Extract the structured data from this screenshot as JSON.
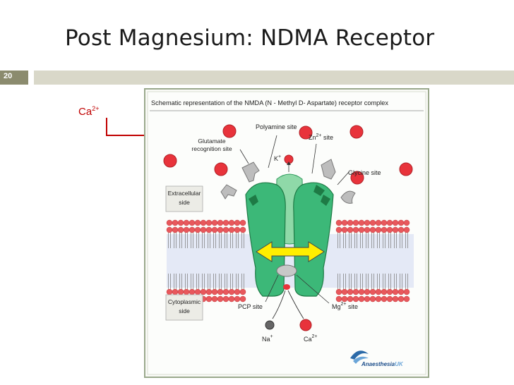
{
  "slide": {
    "title": "Post Magnesium: NDMA Receptor",
    "number": "20",
    "ion_callout": {
      "base": "Ca",
      "charge": "2+"
    }
  },
  "figure": {
    "caption": "Schematic representation of the NMDA (N - Methyl D- Aspartate) receptor complex",
    "labels": {
      "polyamine": "Polyamine site",
      "zinc_base": "Zn",
      "zinc_charge": "2+",
      "zinc_suffix": " site",
      "glutamate_1": "Glutamate",
      "glutamate_2": "recognition site",
      "potassium_base": "K",
      "potassium_charge": "+",
      "glycine": "Glycine site",
      "extracellular_1": "Extracellular",
      "extracellular_2": "side",
      "cytoplasmic_1": "Cytoplasmic",
      "cytoplasmic_2": "side",
      "pcp": "PCP  site",
      "mg_base": "Mg",
      "mg_charge": "2+",
      "mg_suffix": " site",
      "na_base": "Na",
      "na_charge": "+",
      "ca_base": "Ca",
      "ca_charge": "2+",
      "logo_prefix": "Anaesthesia",
      "logo_suffix": "UK"
    },
    "colors": {
      "receptor": "#3cb878",
      "receptor_dark": "#1e7a45",
      "ion": "#e8333b",
      "lipid_head": "#e8585c",
      "arrow": "#ffee00",
      "annotation": "#c00000"
    }
  }
}
